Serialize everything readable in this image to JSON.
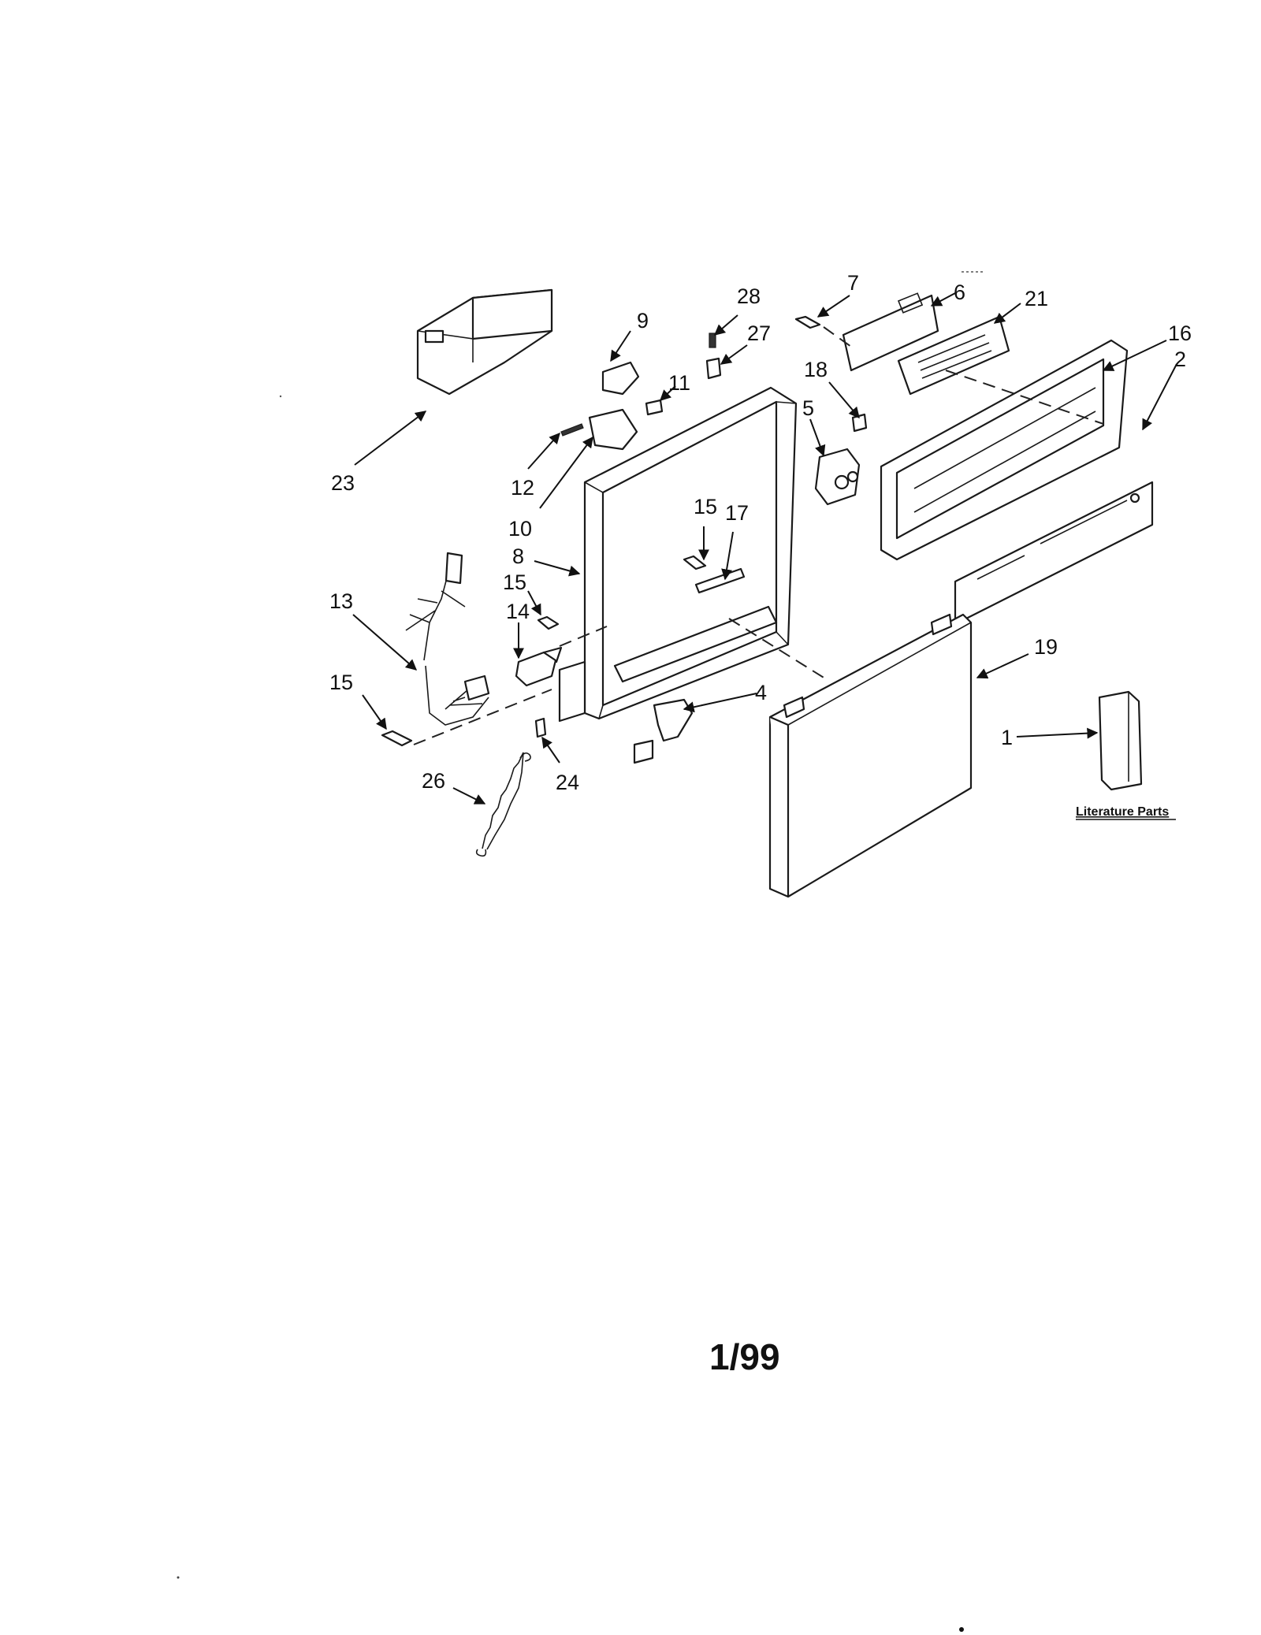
{
  "diagram": {
    "callouts": {
      "c1": "1",
      "c2": "2",
      "c4": "4",
      "c5": "5",
      "c6": "6",
      "c7": "7",
      "c8": "8",
      "c9": "9",
      "c10": "10",
      "c11": "11",
      "c12": "12",
      "c13": "13",
      "c14": "14",
      "c15a": "15",
      "c15b": "15",
      "c15c": "15",
      "c16": "16",
      "c17": "17",
      "c18": "18",
      "c19": "19",
      "c21": "21",
      "c23": "23",
      "c24": "24",
      "c26": "26",
      "c27": "27",
      "c28": "28"
    },
    "literature_label": "Literature Parts",
    "page_code": "1/99"
  },
  "colors": {
    "line": "#1a1a1a",
    "background": "#ffffff"
  }
}
